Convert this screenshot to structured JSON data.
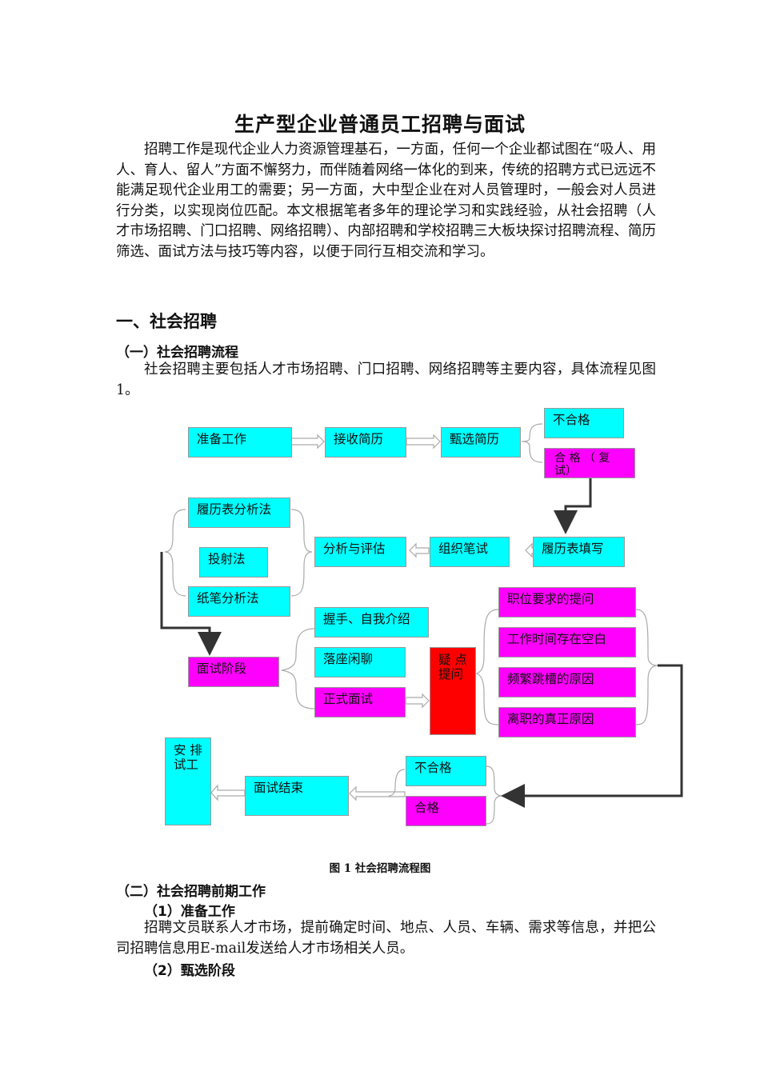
{
  "title": "生产型企业普通员工招聘与面试",
  "intro": "招聘工作是现代企业人力资源管理基石，一方面，任何一个企业都试图在“吸人、用人、育人、留人”方面不懈努力，而伴随着网络一体化的到来，传统的招聘方式已远远不能满足现代企业用工的需要；另一方面，大中型企业在对人员管理时，一般会对人员进行分类，以实现岗位匹配。本文根据笔者多年的理论学习和实践经验，从社会招聘（人才市场招聘、门口招聘、网络招聘）、内部招聘和学校招聘三大板块探讨招聘流程、简历筛选、面试方法与技巧等内容，以便于同行互相交流和学习。",
  "section1": "一、社会招聘",
  "sub1": "（一）社会招聘流程",
  "sub1_text": "社会招聘主要包括人才市场招聘、门口招聘、网络招聘等主要内容，具体流程见图1。",
  "flow": {
    "prep": "准备工作",
    "receive": "接收简历",
    "screen": "甄选简历",
    "fail1": "不合格",
    "pass1": "合 格 （ 复 试）",
    "resume_analysis": "履历表分析法",
    "projection": "投射法",
    "paper_analysis": "纸笔分析法",
    "analyze_eval": "分析与评估",
    "written_test": "组织笔试",
    "fill_form": "履历表填写",
    "handshake": "握手、自我介绍",
    "seated_chat": "落座闲聊",
    "formal_interview": "正式面试",
    "interview_stage": "面试阶段",
    "doubt_q": "疑 点 提问",
    "q_job": "职位要求的提问",
    "q_gap": "工作时间存在空白",
    "q_hop": "频繁跳槽的原因",
    "q_leave": "离职的真正原因",
    "arrange_trial": "安 排 试工",
    "interview_end": "面试结束",
    "fail2": "不合格",
    "pass2": "合格"
  },
  "caption": "图 1  社会招聘流程图",
  "sub2": "（二）社会招聘前期工作",
  "item1": "（1）准备工作",
  "item1_text": "招聘文员联系人才市场，提前确定时间、地点、人员、车辆、需求等信息，并把公司招聘信息用E-mail发送给人才市场相关人员。",
  "item2": "（2）甄选阶段",
  "colors": {
    "cyan": "#00ffff",
    "magenta": "#ff00ff",
    "red": "#ff0000"
  }
}
